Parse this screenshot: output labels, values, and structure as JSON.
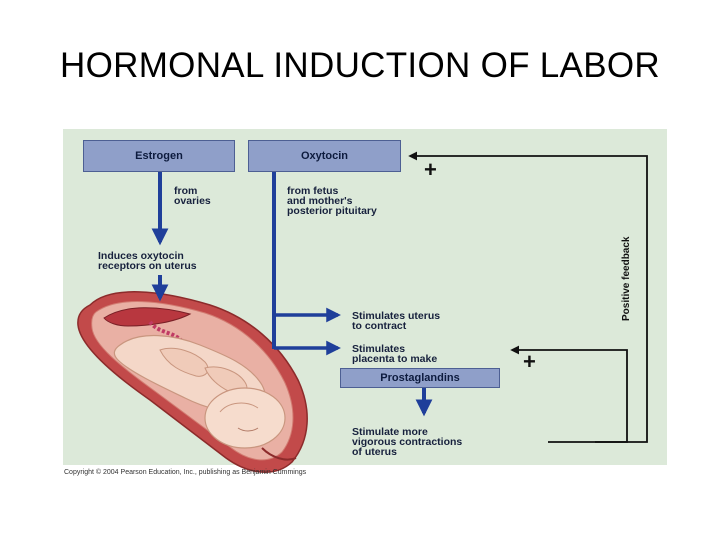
{
  "title": "HORMONAL INDUCTION OF LABOR",
  "diagram": {
    "boxes": {
      "estrogen": "Estrogen",
      "oxytocin": "Oxytocin",
      "prostaglandins": "Prostaglandins"
    },
    "labels": {
      "from_ovaries": "from\novaries",
      "from_fetus": "from fetus\nand mother's\nposterior pituitary",
      "induces_receptors": "Induces oxytocin\nreceptors on uterus",
      "stimulates_uterus": "Stimulates uterus\nto contract",
      "stimulates_placenta": "Stimulates\nplacenta to make",
      "stimulate_more": "Stimulate more\nvigorous contractions\nof uterus"
    },
    "plus_top": "+",
    "plus_bottom": "+",
    "feedback_label": "Positive feedback"
  },
  "copyright": "Copyright © 2004 Pearson Education, Inc., publishing as Benjamin Cummings",
  "colors": {
    "panel": "#dce9d9",
    "box_fill": "#8f9fc9",
    "arrow": "#1f3f9a",
    "feedback_line": "#111111"
  }
}
